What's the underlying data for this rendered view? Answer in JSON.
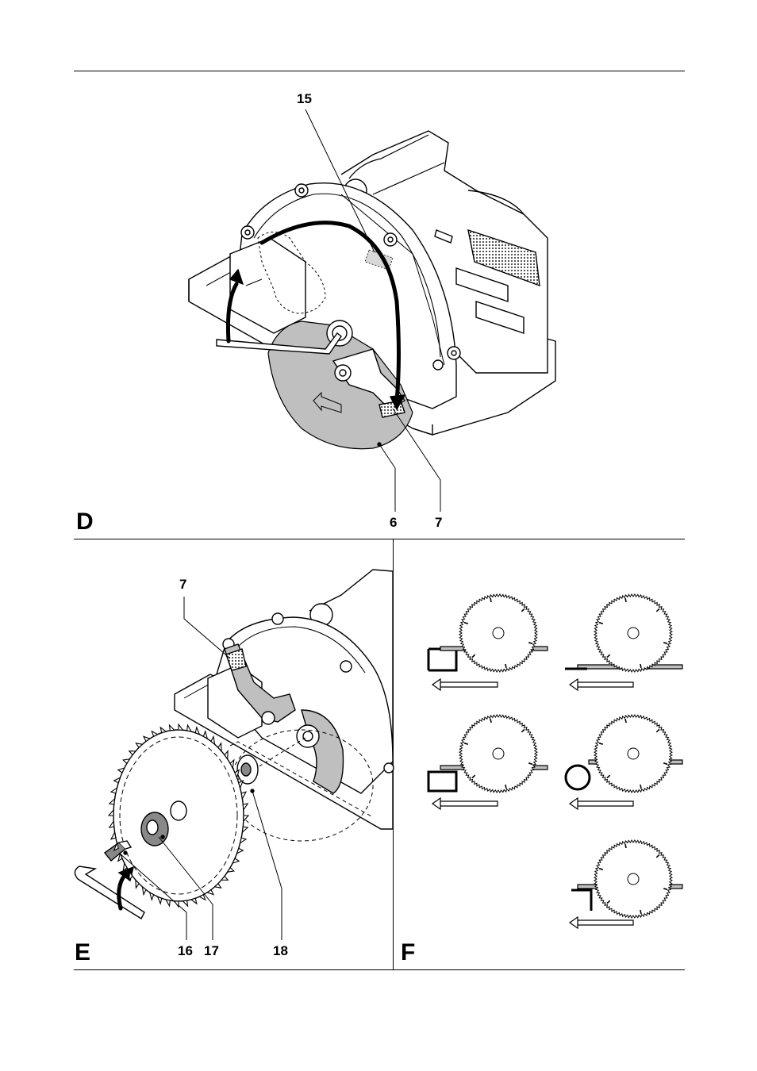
{
  "panels": {
    "D": {
      "letter": "D",
      "callouts": [
        "15",
        "6",
        "7"
      ]
    },
    "E": {
      "letter": "E",
      "callouts": [
        "7",
        "16",
        "17",
        "18"
      ]
    },
    "F": {
      "letter": "F"
    }
  }
}
